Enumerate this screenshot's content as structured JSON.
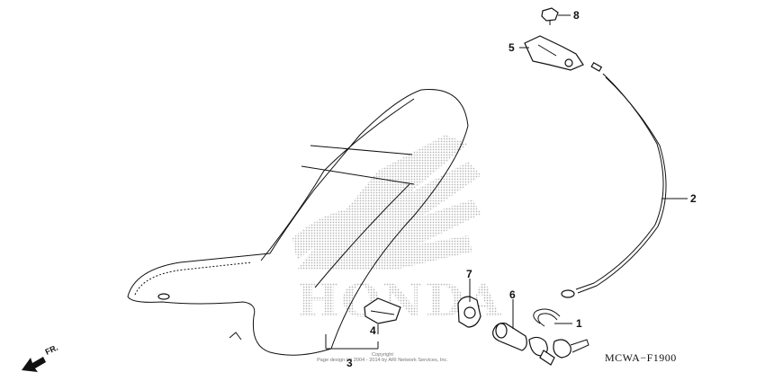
{
  "diagram": {
    "watermark_text": "HONDA",
    "figure_code": "MCWA−F1900",
    "front_arrow_label": "FR.",
    "copyright_lines": [
      "Copyright",
      "Page design (c) 2004 - 2014 by ARI Network Services, Inc."
    ],
    "callouts": [
      {
        "number": "1",
        "part": "clip"
      },
      {
        "number": "2",
        "part": "cable"
      },
      {
        "number": "3",
        "part": "seat"
      },
      {
        "number": "4",
        "part": "rubber"
      },
      {
        "number": "5",
        "part": "latch"
      },
      {
        "number": "6",
        "part": "lock-cylinder"
      },
      {
        "number": "7",
        "part": "lock-cover"
      },
      {
        "number": "8",
        "part": "bolt"
      }
    ]
  },
  "colors": {
    "line": "#111111",
    "watermark": "#b4b4b4",
    "background": "#ffffff"
  }
}
